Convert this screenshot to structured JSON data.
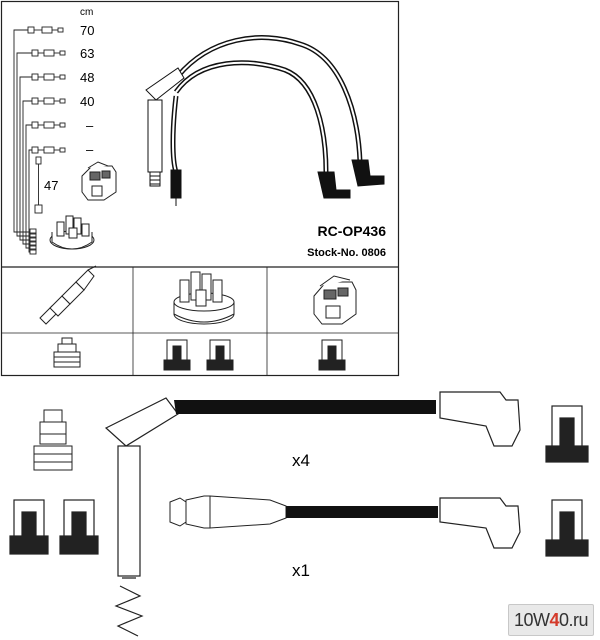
{
  "header": {
    "unit": "cm",
    "lengths": [
      "70",
      "63",
      "48",
      "40",
      "–",
      "–"
    ],
    "side_length": "47"
  },
  "product": {
    "code": "RC-OP436",
    "stock": "Stock-No. 0806"
  },
  "components": {
    "plug_icon": "spark-plug-icon",
    "distributor_icon": "distributor-cap-icon",
    "coil_icon": "ignition-coil-icon"
  },
  "detail": {
    "multiplier_top": "x4",
    "multiplier_bottom": "x1"
  },
  "watermark": {
    "prefix": "10",
    "accent": "W",
    "mid": "4",
    "suffix": "0.ru"
  }
}
